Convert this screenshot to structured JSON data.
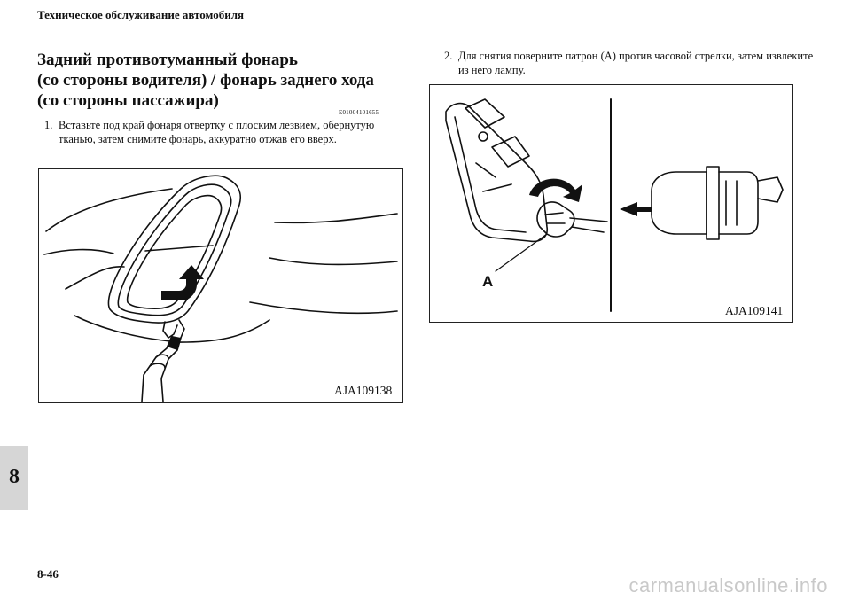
{
  "header": {
    "running_title": "Техническое обслуживание автомобиля"
  },
  "section": {
    "title_lines": [
      "Задний противотуманный фонарь",
      "(со стороны водителя) / фонарь заднего хода",
      "(со стороны пассажира)"
    ],
    "code": "E01004101655"
  },
  "steps": [
    {
      "number": "1.",
      "text": "Вставьте под край фонаря отвертку с плоским лезвием, обернутую тканью, затем снимите фонарь, аккуратно отжав его вверх."
    },
    {
      "number": "2.",
      "text": "Для снятия поверните патрон (A) против часовой стрелки, затем извлеките из него лампу."
    }
  ],
  "figures": [
    {
      "code": "AJA109138",
      "icons": [
        "lamp-housing",
        "screwdriver",
        "upward-arrow"
      ]
    },
    {
      "code": "AJA109141",
      "callout": "A",
      "icons": [
        "lamp-housing",
        "socket",
        "counterclockwise-arrow",
        "bulb",
        "left-arrow"
      ]
    }
  ],
  "footer": {
    "page_number": "8-46",
    "chapter_tab": "8",
    "watermark": "carmanualsonline.info"
  }
}
